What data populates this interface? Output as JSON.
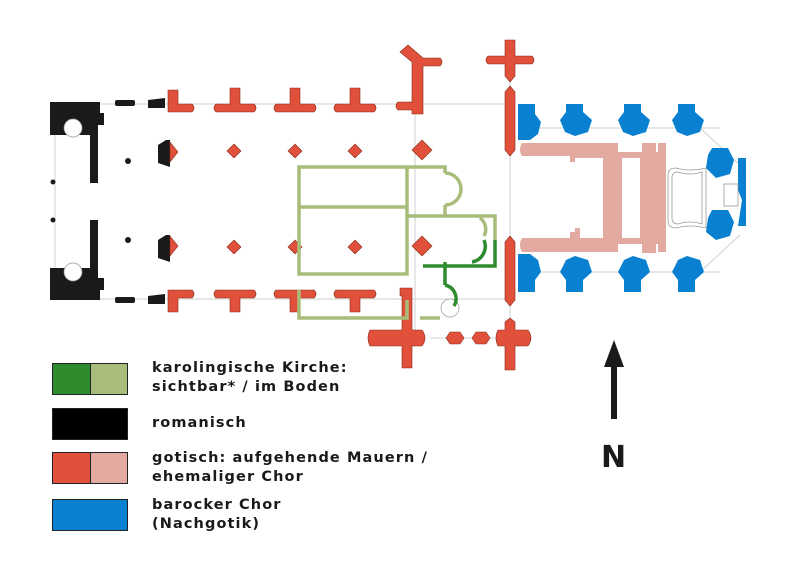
{
  "title": "Grundriss Kirche (Bauphasen)",
  "colors": {
    "karolingisch_sichtbar": "#2e8b2e",
    "karolingisch_boden": "#a8bd7a",
    "romanisch": "#1a1a1a",
    "gotisch_mauern": "#e0503a",
    "gotisch_chor": "#e3aaa2",
    "barock": "#0a80d0"
  },
  "legend": [
    {
      "id": "karolingisch",
      "label": "karolingische Kirche:\nsichtbar* / im Boden",
      "colors": [
        "#2e8b2e",
        "#a8bd7a"
      ]
    },
    {
      "id": "romanisch",
      "label": "romanisch",
      "colors": [
        "#000000"
      ]
    },
    {
      "id": "gotisch",
      "label": "gotisch: aufgehende Mauern /\nehemaliger Chor",
      "colors": [
        "#e0503a",
        "#e3aaa2"
      ]
    },
    {
      "id": "barock",
      "label": "barocker Chor\n(Nachgotik)",
      "colors": [
        "#0a80d0"
      ]
    }
  ],
  "compass": {
    "label": "N",
    "direction": "north",
    "icon": "north-arrow-icon"
  }
}
